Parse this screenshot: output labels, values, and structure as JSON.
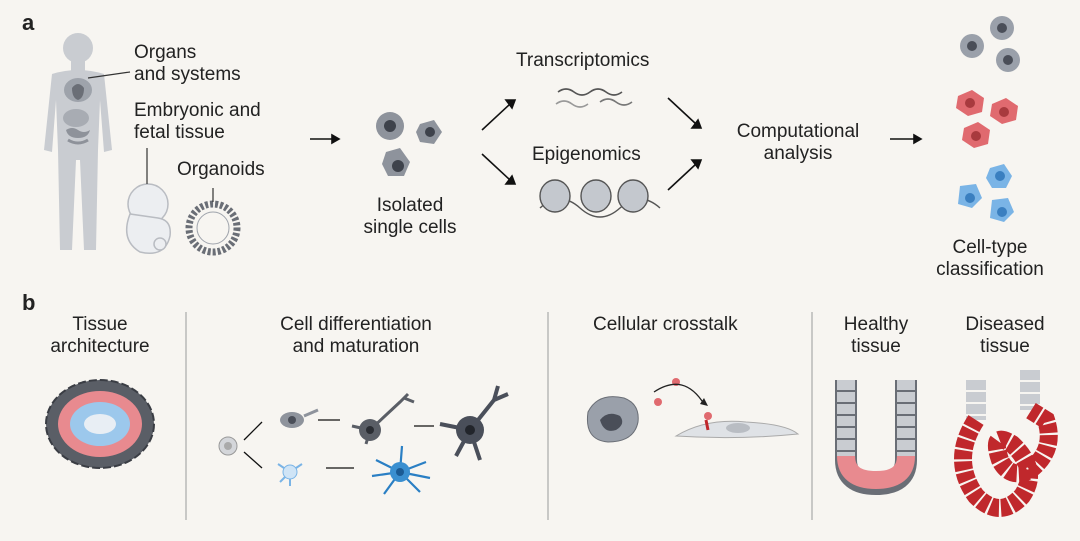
{
  "panel_a": {
    "letter": "a",
    "organs": [
      "Organs",
      "and systems"
    ],
    "embryonic": [
      "Embryonic and",
      "fetal tissue"
    ],
    "organoids": "Organoids",
    "isolated": [
      "Isolated",
      "single cells"
    ],
    "transcriptomics": "Transcriptomics",
    "epigenomics": "Epigenomics",
    "computational": [
      "Computational",
      "analysis"
    ],
    "celltype": [
      "Cell-type",
      "classification"
    ]
  },
  "panel_b": {
    "letter": "b",
    "tissue_arch": [
      "Tissue",
      "architecture"
    ],
    "cell_diff": [
      "Cell differentiation",
      "and maturation"
    ],
    "crosstalk": "Cellular crosstalk",
    "healthy": [
      "Healthy",
      "tissue"
    ],
    "diseased": [
      "Diseased",
      "tissue"
    ]
  },
  "colors": {
    "background": "#f7f5f1",
    "gray_cell": "#9aa0aa",
    "gray_nucleus": "#4a4e58",
    "red_cell": "#e06a6f",
    "blue_cell": "#7ab4e6",
    "dark_neuron": "#4a4f5a",
    "blue_neuron": "#3a8fd0",
    "diseased_red": "#c0282c"
  }
}
